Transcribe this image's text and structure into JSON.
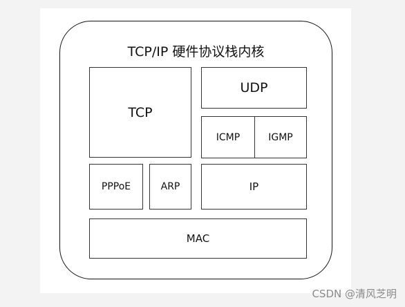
{
  "diagram": {
    "title": "TCP/IP 硬件协议栈内核",
    "blocks": {
      "tcp": "TCP",
      "udp": "UDP",
      "icmp": "ICMP",
      "igmp": "IGMP",
      "pppoe": "PPPoE",
      "arp": "ARP",
      "ip": "IP",
      "mac": "MAC"
    }
  },
  "watermark": "CSDN @清风芝明"
}
